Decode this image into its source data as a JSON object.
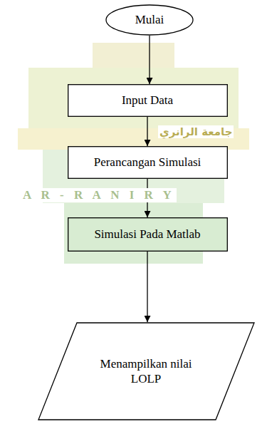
{
  "diagram": {
    "nodes": [
      {
        "text": [
          "Mulai"
        ]
      },
      {
        "text": [
          "Input Data"
        ]
      },
      {
        "text": [
          "Perancangan Simulasi"
        ]
      },
      {
        "text": [
          "Simulasi Pada Matlab"
        ]
      },
      {
        "text": [
          "Menampilkan nilai LOLP"
        ]
      }
    ],
    "edges": [
      {
        "from": 0,
        "to": 1,
        "arrow": "to"
      },
      {
        "from": 1,
        "to": 2,
        "arrow": "to"
      },
      {
        "from": 2,
        "to": 3,
        "arrow": "to"
      },
      {
        "from": 3,
        "to": 4,
        "arrow": "to"
      }
    ],
    "labels": [
      "جامعة الرانري",
      "A R - R A N I R Y"
    ]
  }
}
